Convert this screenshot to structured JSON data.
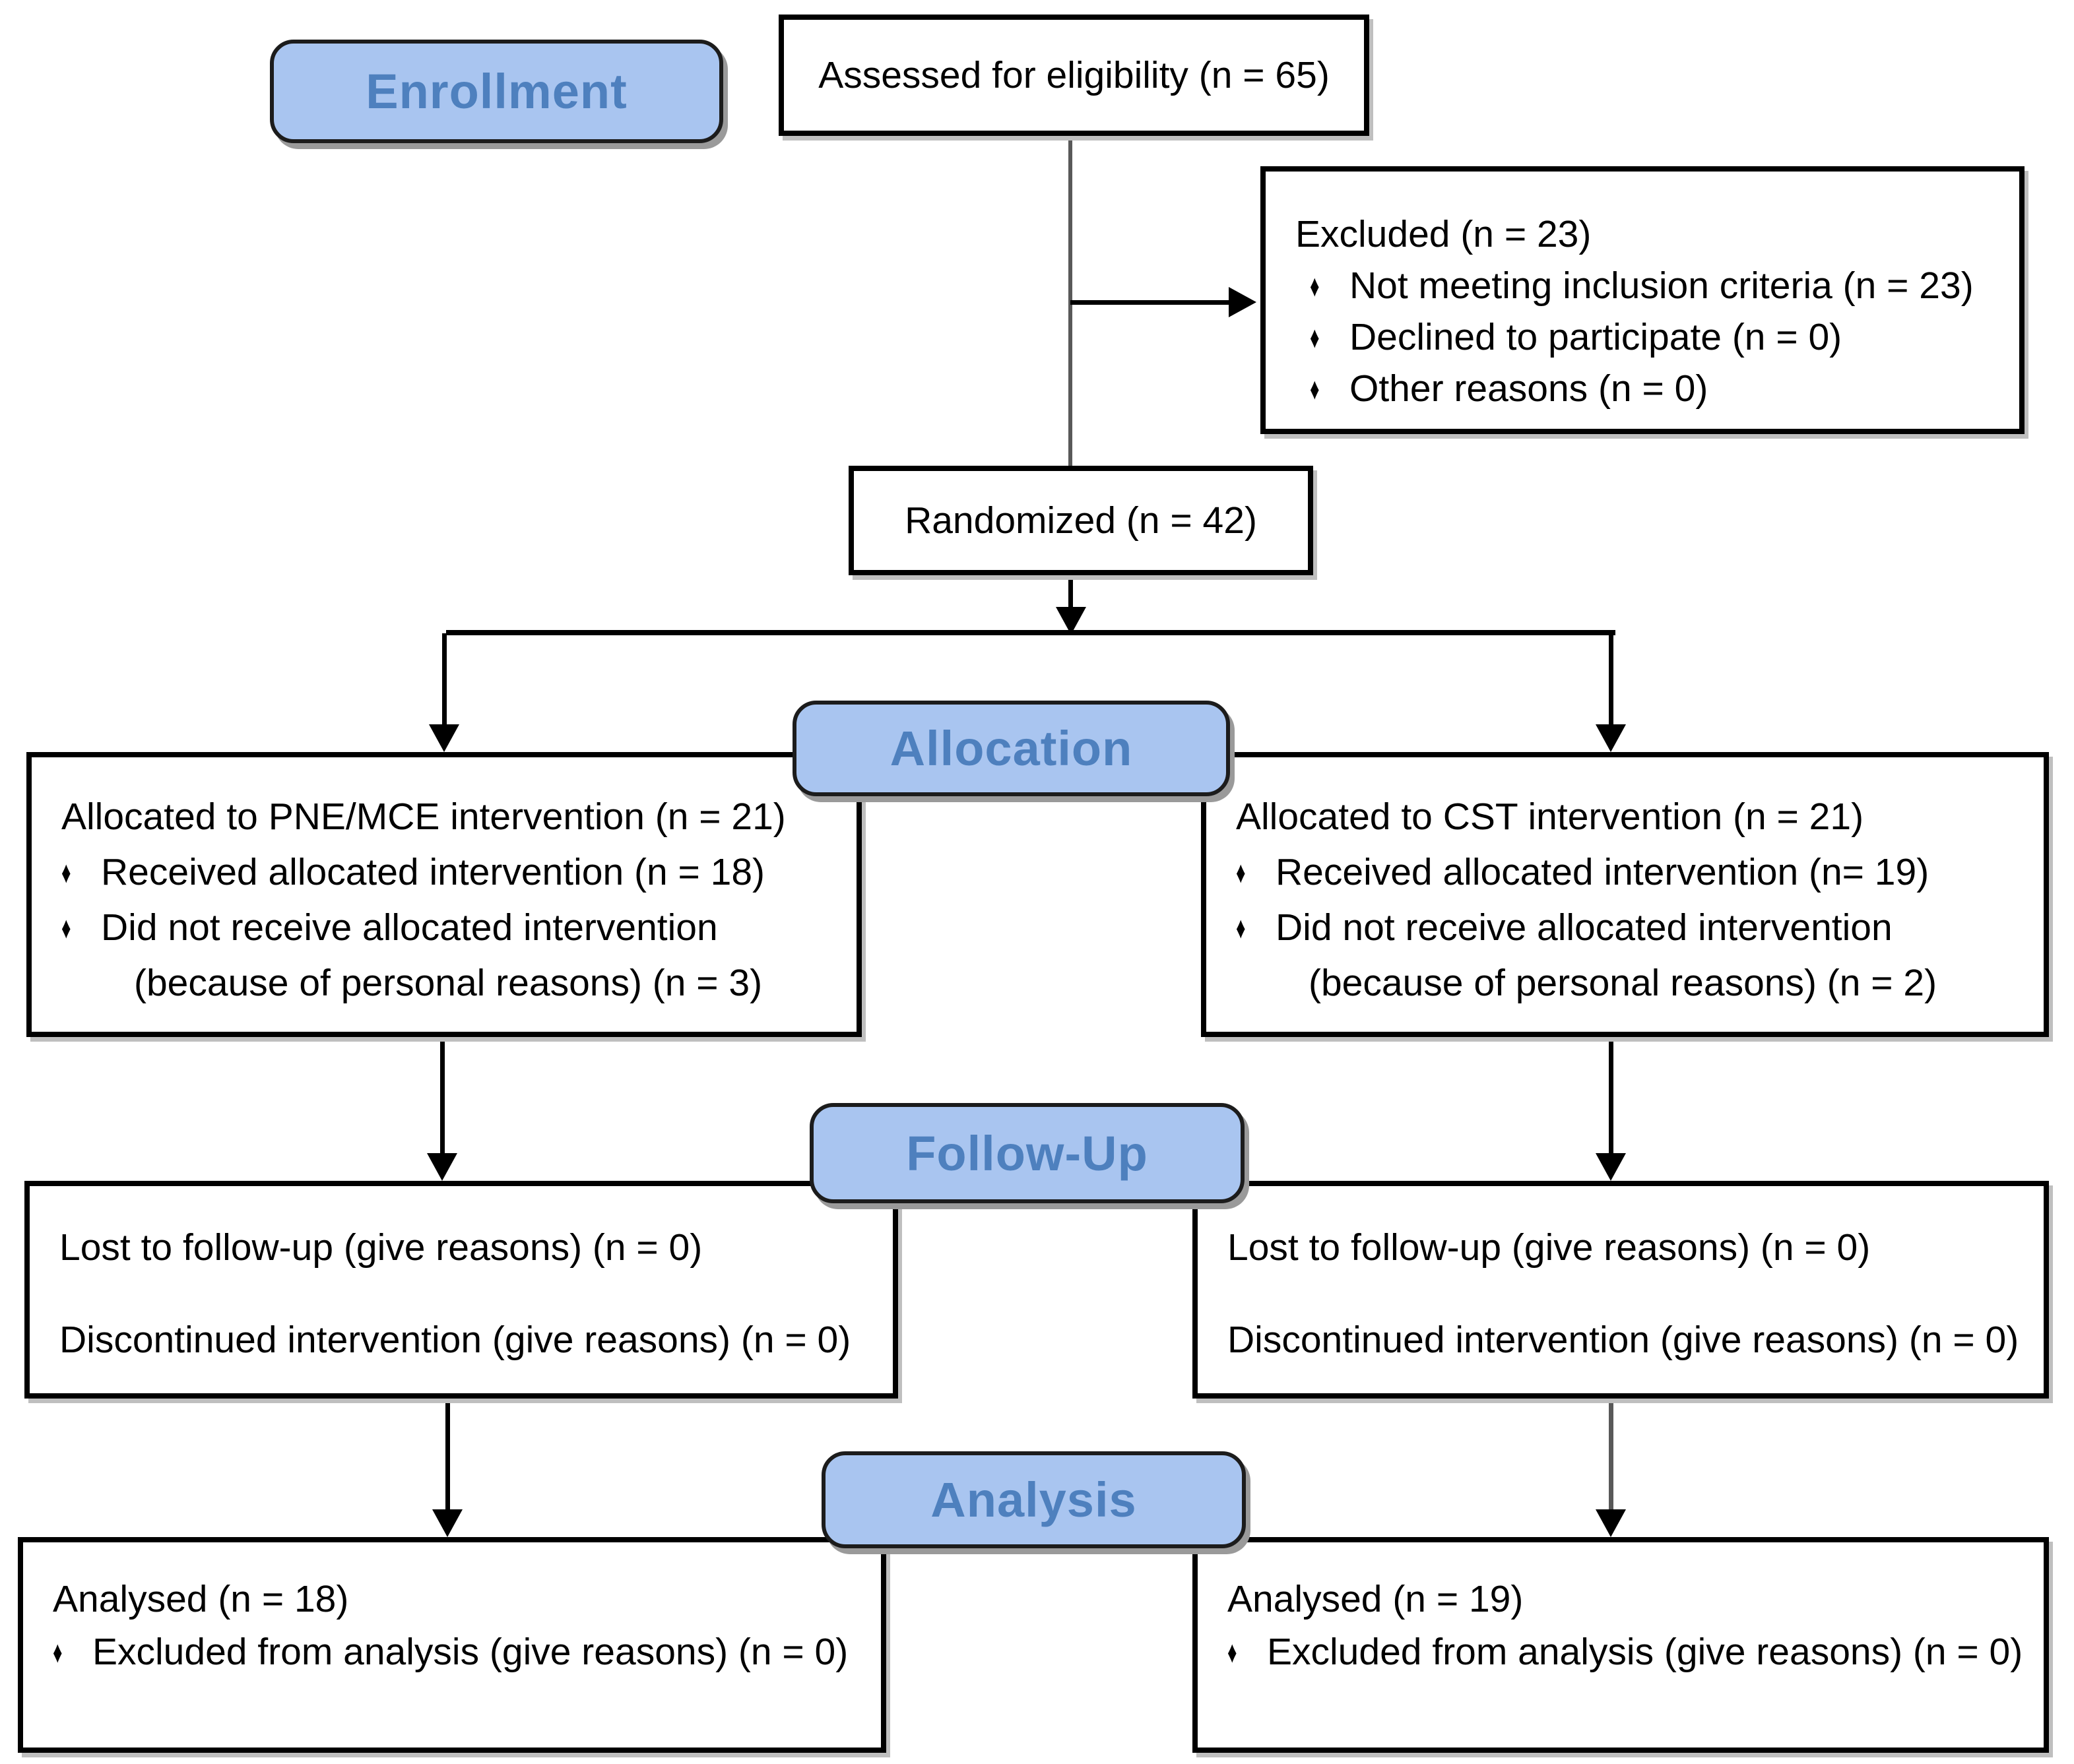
{
  "diagram": {
    "glyphs": {
      "bullet": "♦"
    },
    "colors": {
      "header_fill": "#a9c5f0",
      "header_text": "#4e80be",
      "box_border": "#000000",
      "connector": "#595959"
    },
    "sections": {
      "enrollment": "Enrollment",
      "allocation": "Allocation",
      "followup": "Follow-Up",
      "analysis": "Analysis"
    },
    "boxes": {
      "assessed": {
        "text": "Assessed for eligibility (n = 65)"
      },
      "excluded": {
        "title": "Excluded (n = 23)",
        "items": [
          "Not meeting inclusion criteria (n = 23)",
          "Declined to participate (n = 0)",
          "Other reasons (n = 0)"
        ]
      },
      "randomized": {
        "text": "Randomized (n = 42)"
      },
      "alloc_left": {
        "title": "Allocated to PNE/MCE intervention (n = 21)",
        "bullet1": "Received allocated intervention (n = 18)",
        "bullet2": "Did not receive allocated intervention",
        "bullet2_cont": "(because of personal reasons) (n = 3)"
      },
      "alloc_right": {
        "title": "Allocated to CST intervention (n = 21)",
        "bullet1": "Received allocated intervention (n= 19)",
        "bullet2": "Did not receive allocated intervention",
        "bullet2_cont": "(because of personal reasons) (n = 2)"
      },
      "followup_left": {
        "line1": "Lost to follow-up (give reasons) (n = 0)",
        "line2": "Discontinued intervention (give reasons) (n = 0)"
      },
      "followup_right": {
        "line1": "Lost to follow-up (give reasons) (n = 0)",
        "line2": "Discontinued intervention (give reasons) (n = 0)"
      },
      "analysis_left": {
        "title": "Analysed (n = 18)",
        "bullet1": "Excluded from analysis (give reasons) (n = 0)"
      },
      "analysis_right": {
        "title": "Analysed (n = 19)",
        "bullet1": "Excluded from analysis (give reasons) (n = 0)"
      }
    }
  }
}
